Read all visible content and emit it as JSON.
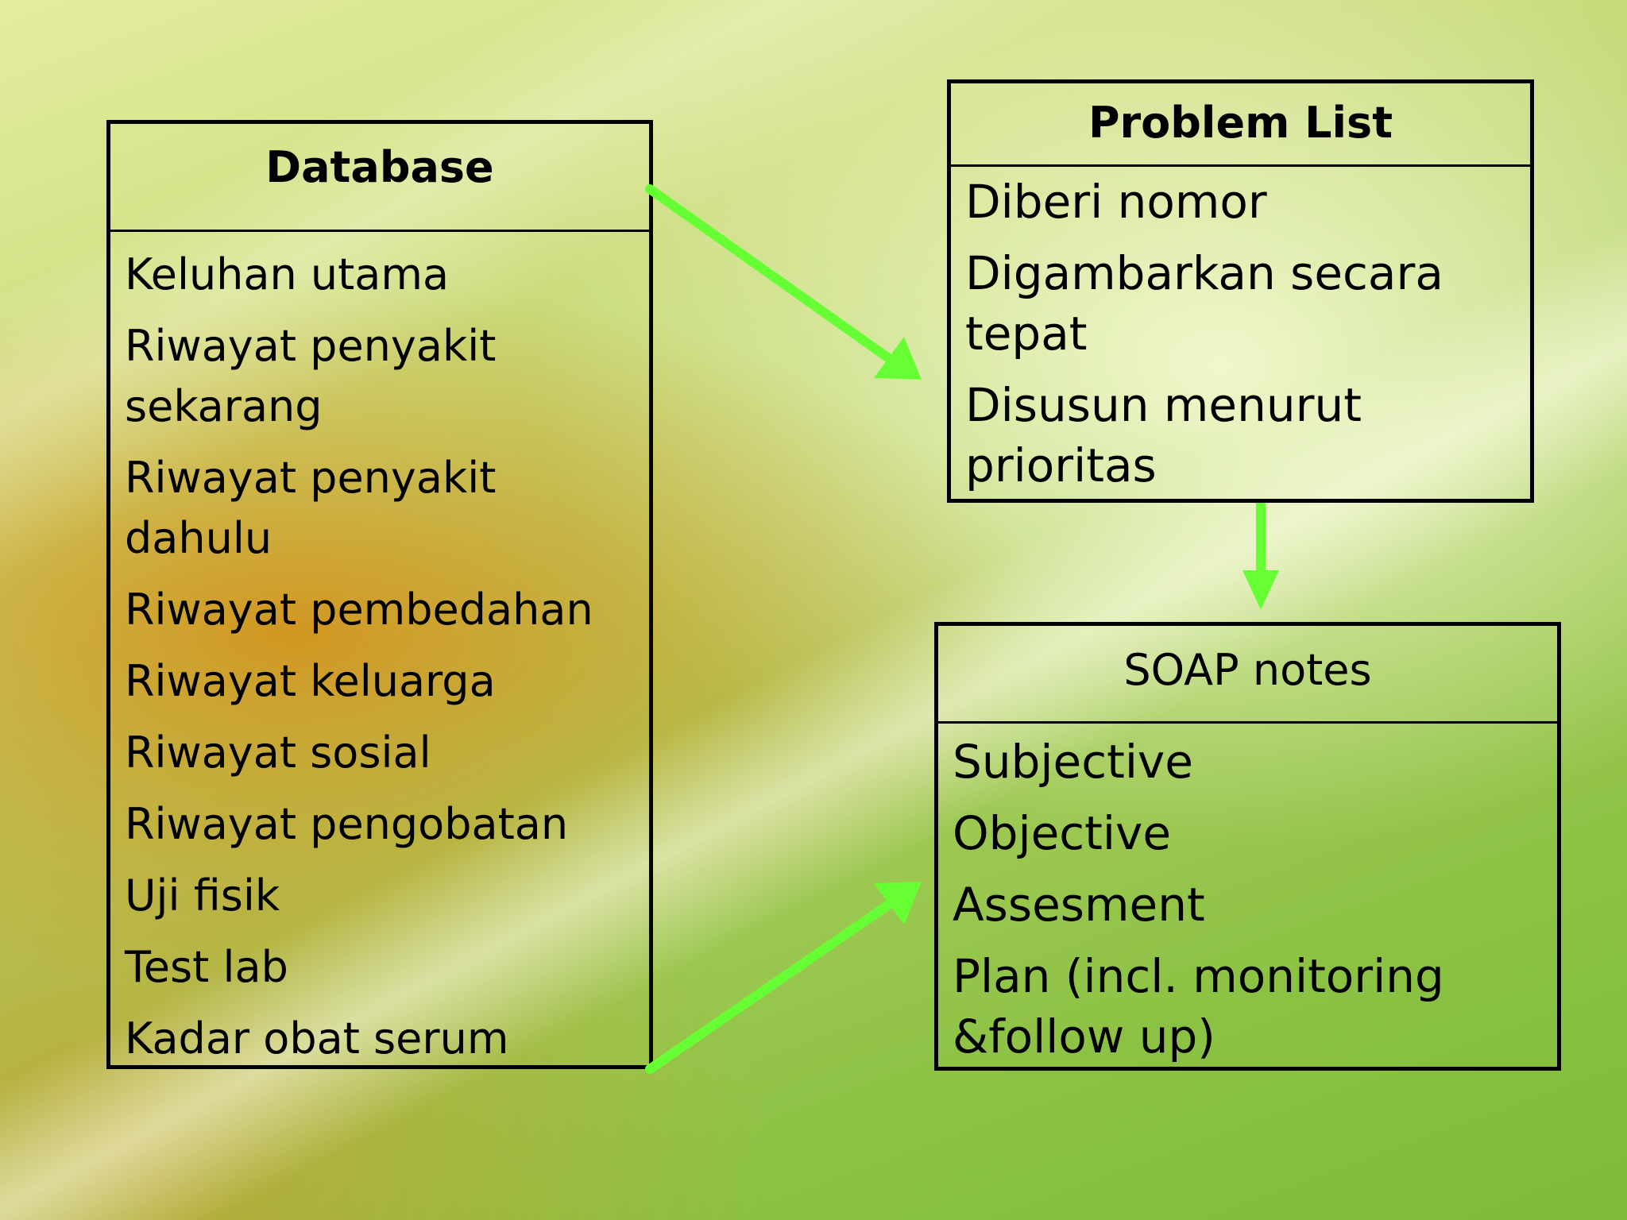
{
  "database": {
    "title": "Database",
    "items": [
      "Keluhan utama",
      "Riwayat penyakit sekarang",
      "Riwayat penyakit dahulu",
      "Riwayat pembedahan",
      "Riwayat keluarga",
      "Riwayat sosial",
      "Riwayat pengobatan",
      "Uji fisik",
      "Test lab",
      "Kadar obat serum"
    ]
  },
  "problem_list": {
    "title": "Problem List",
    "items": [
      "Diberi nomor",
      "Digambarkan secara tepat",
      "Disusun menurut prioritas"
    ]
  },
  "soap_notes": {
    "title": "SOAP notes",
    "items": [
      "Subjective",
      "Objective",
      "Assesment",
      "Plan (incl. monitoring &follow up)"
    ]
  },
  "colors": {
    "arrow": "#66ff33",
    "border": "#000000"
  }
}
